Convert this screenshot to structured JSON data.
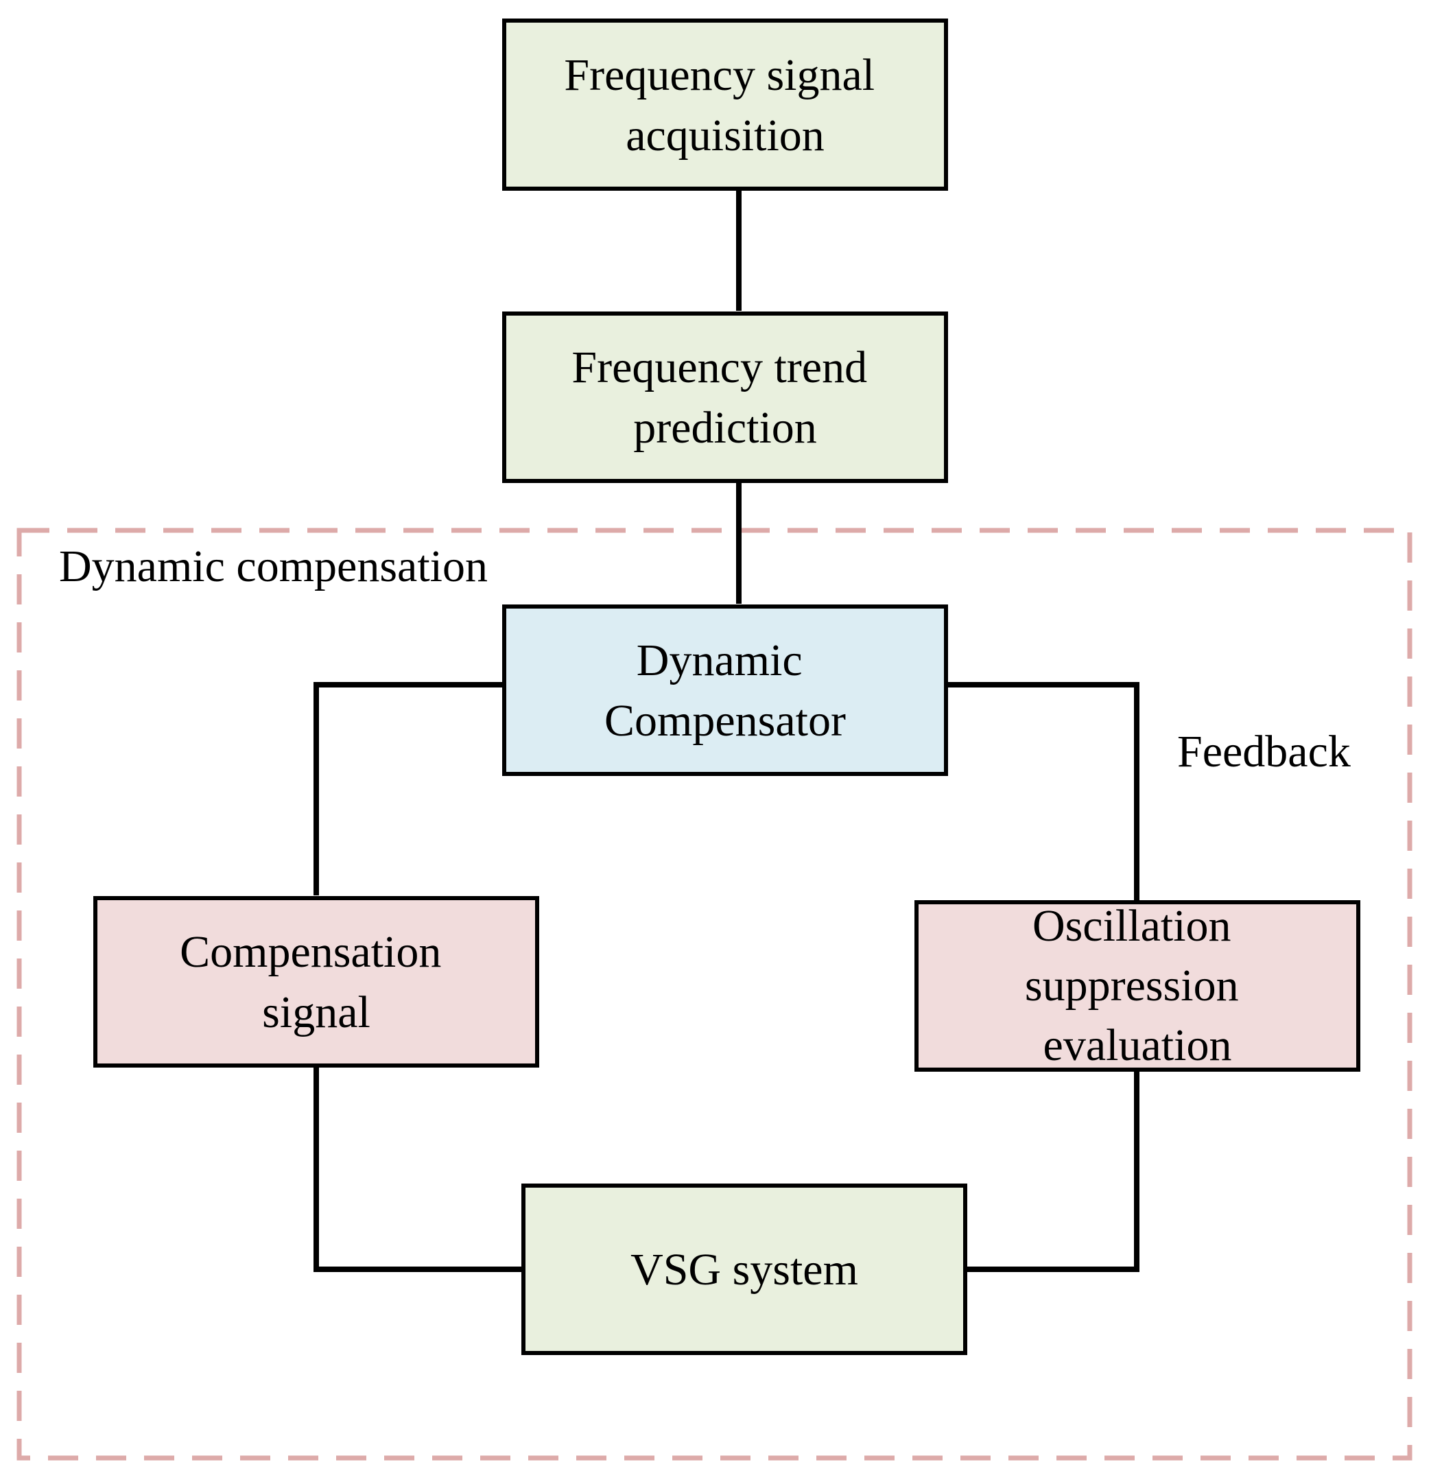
{
  "colors": {
    "green_box": "#e9f0de",
    "blue_box": "#dcedf3",
    "pink_box": "#f1dcdc",
    "dashed_border": "#ddaaa9",
    "stroke": "#000000"
  },
  "labels": {
    "freq_acquisition": [
      "Frequency signal",
      "acquisition"
    ],
    "freq_prediction": [
      "Frequency trend",
      "prediction"
    ],
    "dynamic_compensator": [
      "Dynamic",
      "Compensator"
    ],
    "compensation_signal": [
      "Compensation",
      "signal"
    ],
    "oscillation_eval": [
      "Oscillation",
      "suppression",
      "evaluation"
    ],
    "vsg_system": [
      "VSG system"
    ],
    "group_title": "Dynamic compensation",
    "feedback": "Feedback"
  }
}
